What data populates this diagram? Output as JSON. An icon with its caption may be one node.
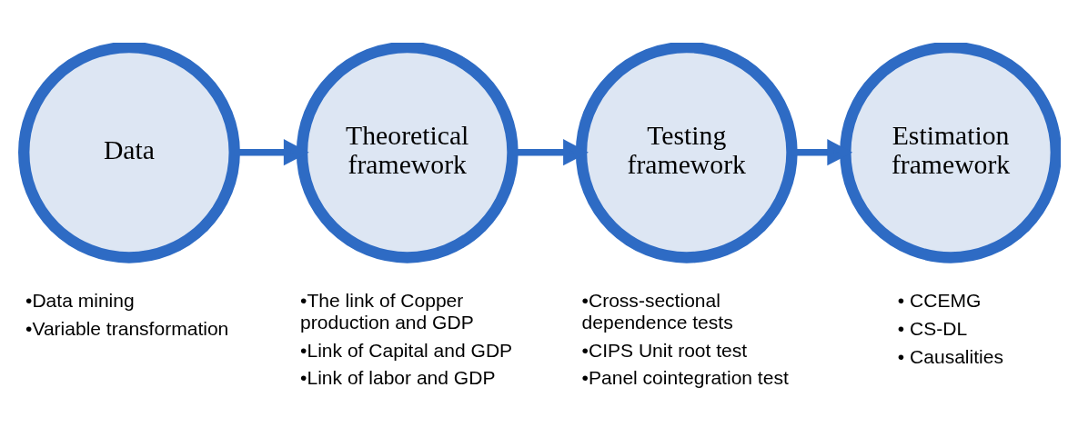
{
  "diagram": {
    "nodes": [
      {
        "text": [
          "Data"
        ],
        "beside": [
          "•Data mining",
          "•Variable transformation"
        ]
      },
      {
        "text": [
          "Theoretical framework"
        ],
        "beside": [
          "•The link of Copper production and GDP",
          "•Link of Capital and GDP",
          "•Link of labor and GDP"
        ]
      },
      {
        "text": [
          "Testing framework"
        ],
        "beside": [
          "•Cross-sectional dependence tests",
          "•CIPS Unit root test",
          "•Panel cointegration test"
        ]
      },
      {
        "text": [
          "Estimation framework"
        ],
        "beside": [
          "• CCEMG",
          "• CS-DL",
          "• Causalities"
        ]
      }
    ],
    "edges": [
      {
        "from": 0,
        "to": 1,
        "arrow": "to"
      },
      {
        "from": 1,
        "to": 2,
        "arrow": "to"
      },
      {
        "from": 2,
        "to": 3,
        "arrow": "to"
      }
    ]
  }
}
